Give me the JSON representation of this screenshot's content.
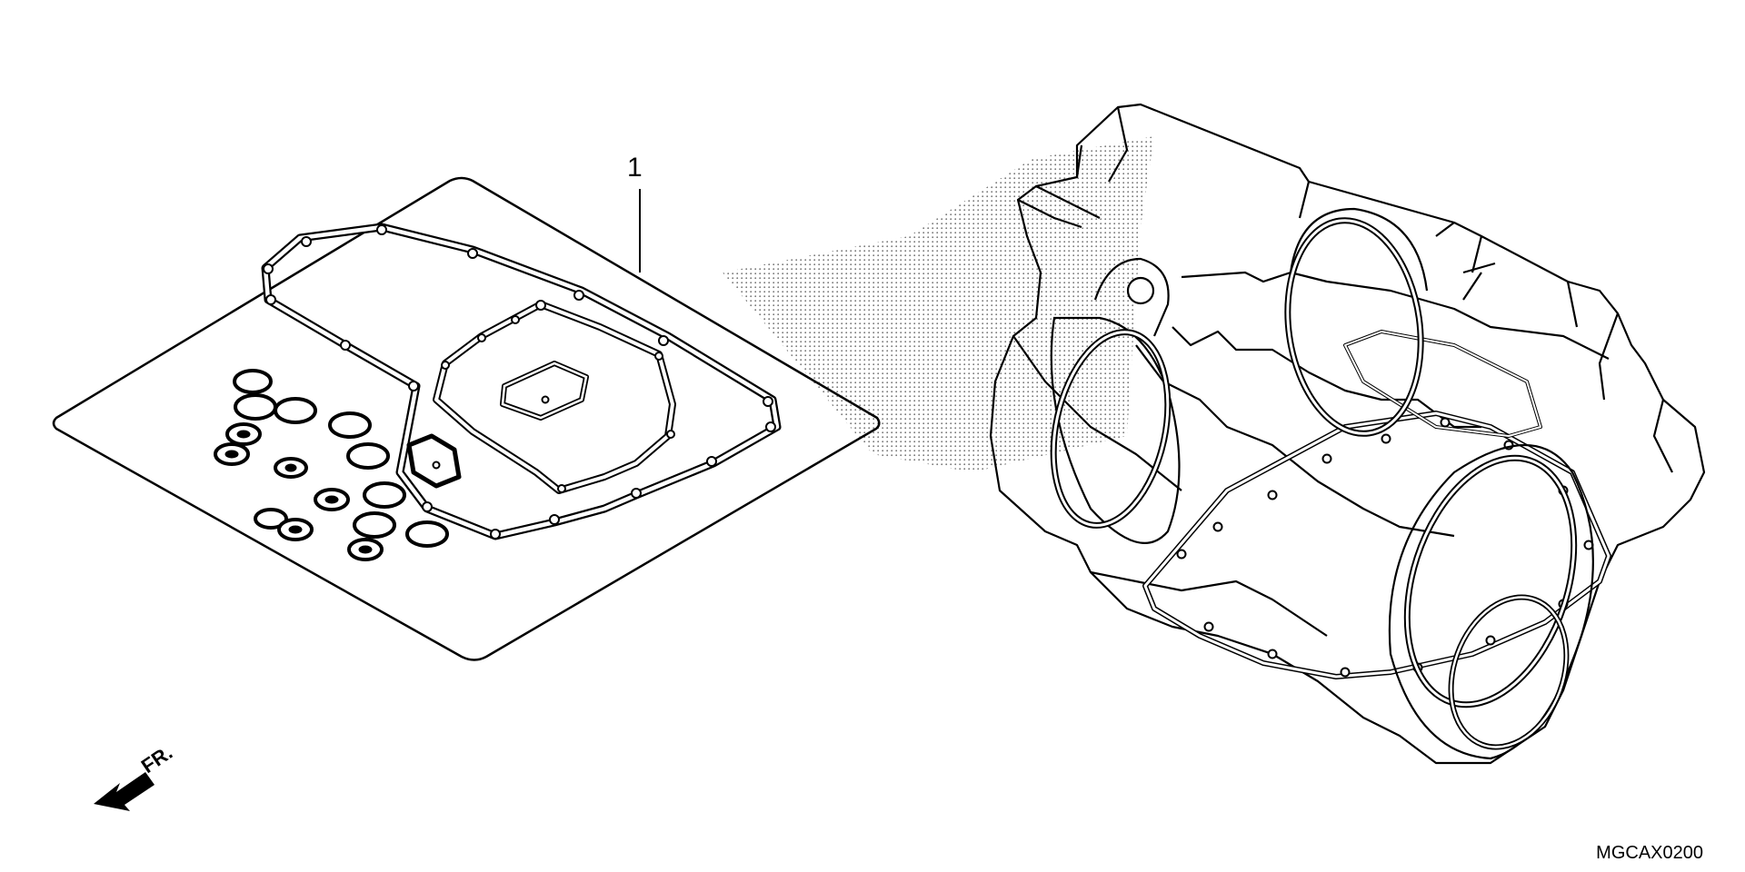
{
  "diagram": {
    "part_number_label": "1",
    "direction_label": "FR.",
    "diagram_code": "MGCAX0200"
  }
}
